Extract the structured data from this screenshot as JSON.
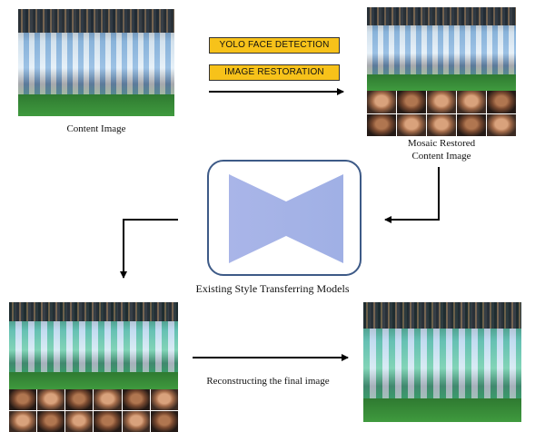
{
  "labels": {
    "content_image": "Content Image",
    "mosaic_line1": "Mosaic Restored",
    "mosaic_line2": "Content Image",
    "models": "Existing Style Transferring Models",
    "reconstruct": "Reconstructing the final image"
  },
  "tags": {
    "yolo": "YOLO FACE DETECTION",
    "restoration": "IMAGE RESTORATION"
  },
  "colors": {
    "tag_fill": "#f7c21a",
    "model_border": "#3d5a87",
    "model_shape": "#9aa8e4"
  }
}
